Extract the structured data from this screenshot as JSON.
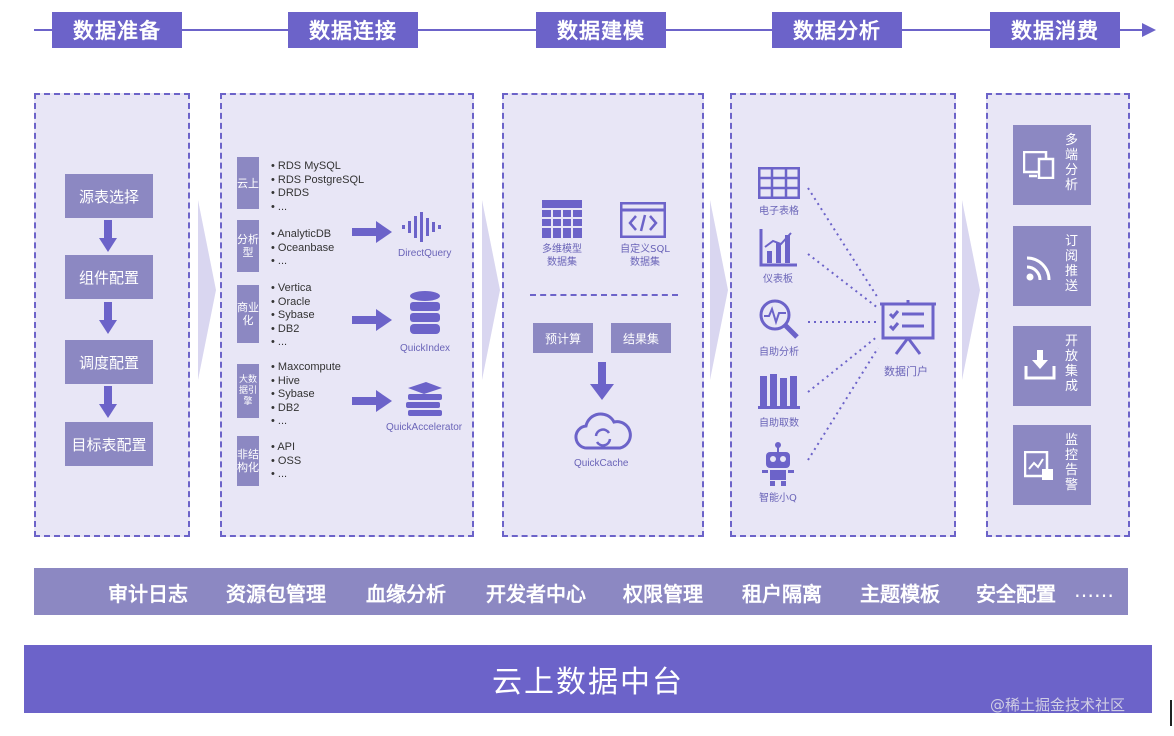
{
  "stages": [
    "数据准备",
    "数据连接",
    "数据建模",
    "数据分析",
    "数据消费"
  ],
  "prep_steps": [
    "源表选择",
    "组件配置",
    "调度配置",
    "目标表配置"
  ],
  "sources": [
    {
      "category": "云上",
      "items": [
        "RDS MySQL",
        "RDS PostgreSQL",
        "DRDS",
        "..."
      ]
    },
    {
      "category": "分析型",
      "items": [
        "AnalyticDB",
        "Oceanbase",
        "..."
      ],
      "engine": "DirectQuery",
      "icon": "soundwave-icon"
    },
    {
      "category": "商业化",
      "items": [
        "Vertica",
        "Oracle",
        "Sybase",
        "DB2",
        "..."
      ],
      "engine": "QuickIndex",
      "icon": "database-icon"
    },
    {
      "category": "大数据引擎",
      "items": [
        "Maxcompute",
        "Hive",
        "Sybase",
        "DB2",
        "..."
      ],
      "engine": "QuickAccelerator",
      "icon": "books-icon"
    },
    {
      "category": "非结构化",
      "items": [
        "API",
        "OSS",
        "..."
      ]
    }
  ],
  "modeling": {
    "multi_model": "多维模型\n数据集",
    "custom_sql": "自定义SQL\n数据集",
    "precompute": "预计算",
    "result_set": "结果集",
    "cache": "QuickCache"
  },
  "analysis": {
    "items": [
      {
        "label": "电子表格",
        "icon": "spreadsheet-icon"
      },
      {
        "label": "仪表板",
        "icon": "dashboard-chart-icon"
      },
      {
        "label": "自助分析",
        "icon": "magnifier-pulse-icon"
      },
      {
        "label": "自助取数",
        "icon": "data-bars-icon"
      },
      {
        "label": "智能小Q",
        "icon": "robot-icon"
      }
    ],
    "portal": "数据门户"
  },
  "consumption": [
    {
      "label": "多端分析",
      "icon": "devices-icon"
    },
    {
      "label": "订阅推送",
      "icon": "rss-icon"
    },
    {
      "label": "开放集成",
      "icon": "download-tray-icon"
    },
    {
      "label": "监控告警",
      "icon": "monitor-chart-icon"
    }
  ],
  "features": [
    "审计日志",
    "资源包管理",
    "血缘分析",
    "开发者中心",
    "权限管理",
    "租户隔离",
    "主题模板",
    "安全配置",
    "……"
  ],
  "base": "云上数据中台",
  "watermark": "@稀土掘金技术社区",
  "colors": {
    "primary": "#6c63c9",
    "secondary": "#8c88c2",
    "panel": "#e8e6f6"
  }
}
